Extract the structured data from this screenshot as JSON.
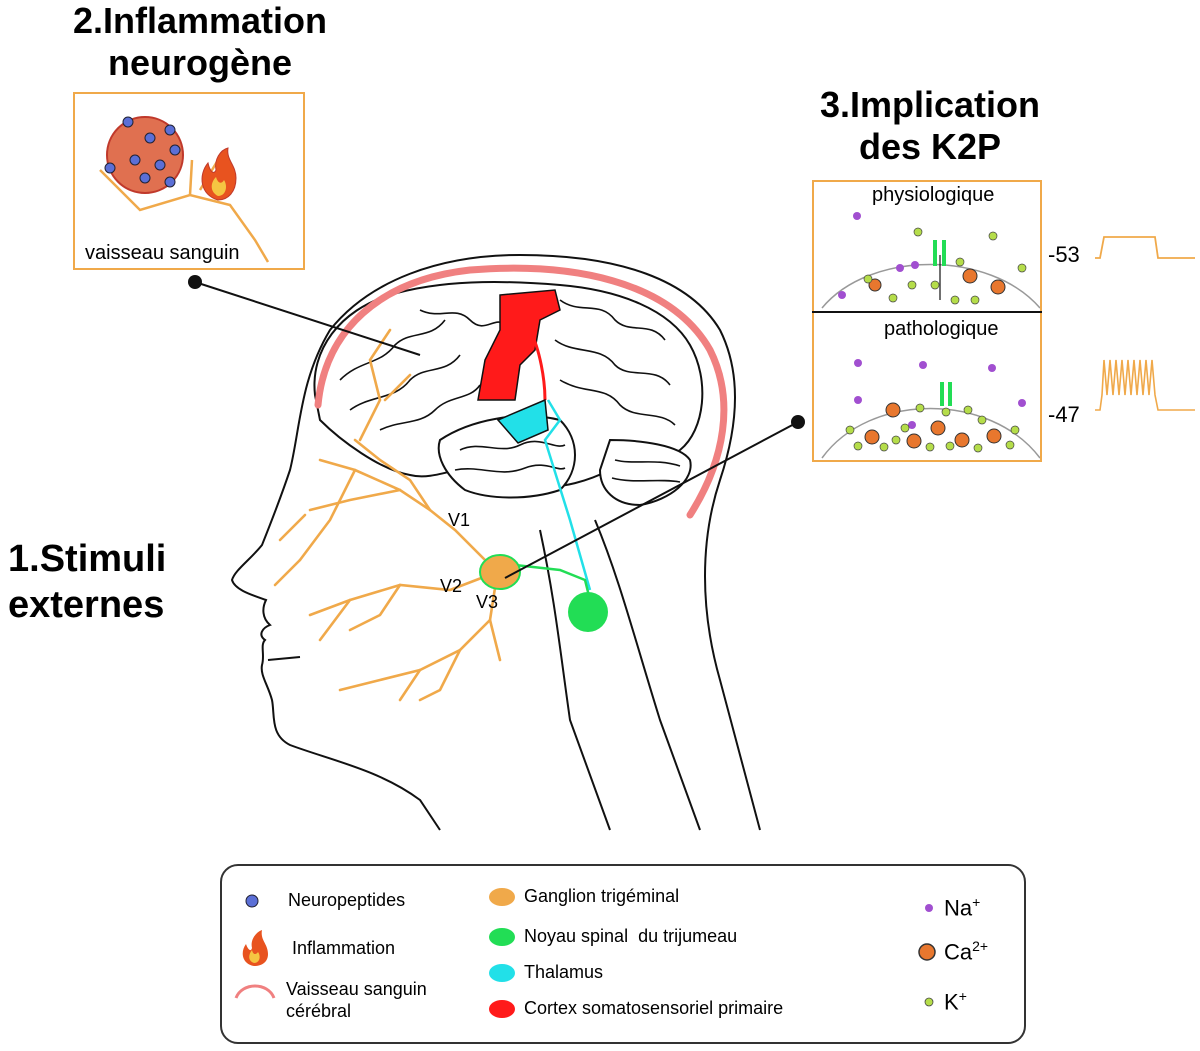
{
  "titles": {
    "stimuli": [
      "1.Stimuli",
      "externes"
    ],
    "inflammation": [
      "2.Inflammation",
      "neurogène"
    ],
    "k2p": [
      "3.Implication",
      "des K2P"
    ]
  },
  "inflammation_box": {
    "label": "vaisseau sanguin"
  },
  "k2p_box": {
    "top_label": "physiologique",
    "bottom_label": "pathologique",
    "top_potential": "-53",
    "bottom_potential": "-47"
  },
  "branch_labels": {
    "v1": "V1",
    "v2": "V2",
    "v3": "V3"
  },
  "legend": {
    "neuropeptides": "Neuropeptides",
    "inflammation": "Inflammation",
    "vessel_line1": "Vaisseau sanguin",
    "vessel_line2": "cérébral",
    "ganglion": "Ganglion trigéminal",
    "spinal": "Noyau spinal  du trijumeau",
    "thalamus": "Thalamus",
    "cortex": "Cortex somatosensoriel primaire",
    "na_base": "Na",
    "na_sup": "+",
    "ca_base": "Ca",
    "ca_sup": "2+",
    "k_base": "K",
    "k_sup": "+"
  },
  "colors": {
    "neuropeptide": "#5b6fd6",
    "inflammation": "#e8531f",
    "vessel": "#f08080",
    "ganglion": "#f0a94a",
    "spinal": "#22dd55",
    "thalamus": "#22e0e8",
    "cortex": "#ff1a1a",
    "na": "#a14fd0",
    "ca": "#e8772e",
    "k": "#b5dd4a",
    "nerve": "#f0a94a"
  }
}
